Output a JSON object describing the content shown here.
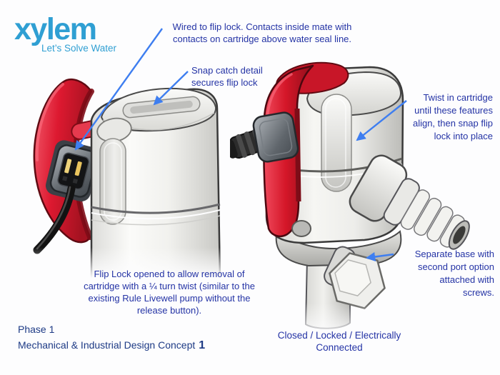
{
  "logo": {
    "brand": "xylem",
    "tagline": "Let’s Solve Water",
    "color": "#2F9FD3"
  },
  "annotations": {
    "wired": "Wired to flip lock. Contacts inside mate with\ncontacts on cartridge above water seal line.",
    "snap_catch": "Snap catch detail\nsecures flip lock",
    "twist": "Twist in cartridge\nuntil these features\nalign, then snap flip\nlock into place",
    "separate_base": "Separate base with\nsecond port option\nattached with\nscrews.",
    "flip_lock_open": "Flip Lock opened to allow removal of\ncartridge with a ¼ turn twist (similar to the\nexisting Rule Livewell pump without the\nrelease button).",
    "closed_caption": "Closed / Locked / Electrically\nConnected"
  },
  "footer": {
    "phase": "Phase 1",
    "concept_label": "Mechanical & Industrial Design Concept",
    "concept_number": "1"
  },
  "colors": {
    "annotation_text": "#2433A5",
    "footer_text": "#1D3A85",
    "leader_line": "#3E7EF0",
    "flip_lock_red": "#D6182B",
    "logo_cyan": "#2F9FD3"
  }
}
